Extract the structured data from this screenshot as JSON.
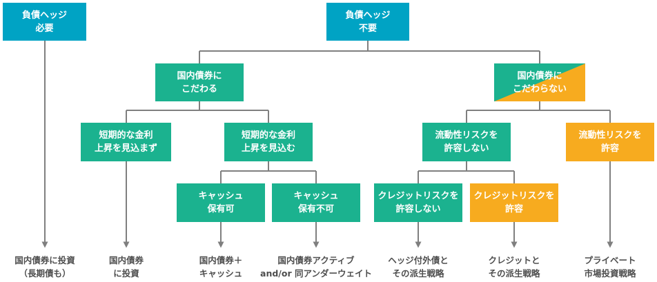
{
  "nodes": {
    "hedge_required": "負債ヘッジ\n必要",
    "hedge_not_required": "負債ヘッジ\n不要",
    "domestic_stick": "国内債券に\nこだわる",
    "domestic_no_stick": "国内債券に\nこだわらない",
    "rate_no_rise": "短期的な金利\n上昇を見込まず",
    "rate_rise": "短期的な金利\n上昇を見込む",
    "cash_ok": "キャッシュ\n保有可",
    "cash_ng": "キャッシュ\n保有不可",
    "liquidity_ng": "流動性リスクを\n許容しない",
    "liquidity_ok": "流動性リスクを\n許容",
    "credit_ng": "クレジットリスクを\n許容しない",
    "credit_ok": "クレジットリスクを\n許容"
  },
  "outcomes": {
    "long_bond": "国内債券に投資\n（長期債も）",
    "domestic_bond": "国内債券\nに投資",
    "bond_cash": "国内債券＋\nキャッシュ",
    "active_underweight": "国内債券アクティブ\nand/or 同アンダーウェイト",
    "hedged_foreign": "ヘッジ付外債と\nその派生戦略",
    "credit_strategy": "クレジットと\nその派生戦略",
    "private_market": "プライベート\n市場投資戦略"
  },
  "colors": {
    "hedge": "#00A3C4",
    "stick": "#1BB28F",
    "accept": "#F7AB1F",
    "connector": "#7F7F7F",
    "outcome_text": "#4E4E4E"
  }
}
